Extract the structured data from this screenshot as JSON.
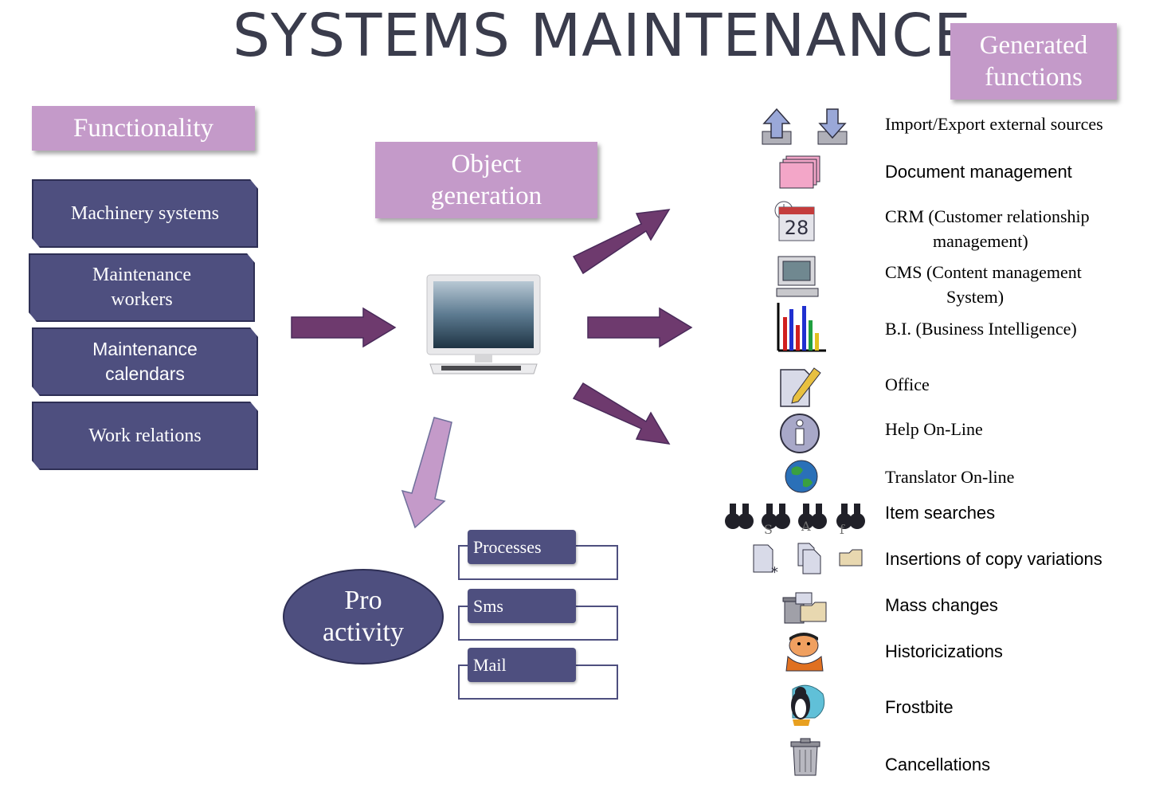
{
  "title": "SYSTEMS MAINTENANCE",
  "headers": {
    "functionality": "Functionality",
    "object_generation_1": "Object",
    "object_generation_2": "generation",
    "generated_1": "Generated",
    "generated_2": "functions"
  },
  "functionality_items": [
    {
      "l1": "Machinery systems",
      "l2": ""
    },
    {
      "l1": "Maintenance",
      "l2": "workers"
    },
    {
      "l1": "Maintenance",
      "l2": "calendars"
    },
    {
      "l1": "Work relations",
      "l2": ""
    }
  ],
  "pro_activity": {
    "l1": "Pro",
    "l2": "activity"
  },
  "pro_items": [
    "Processes",
    "Sms",
    "Mail"
  ],
  "icons": {
    "import": "upload-arrow-icon",
    "export": "download-arrow-icon",
    "doc": "document-stack-icon",
    "crm": "calendar-icon",
    "cms": "computer-monitor-icon",
    "bi": "bar-chart-icon",
    "office": "pencil-document-icon",
    "help": "info-icon",
    "translator": "globe-icon",
    "search": "binoculars-icon",
    "insert": "copy-document-icon",
    "mass": "trash-folder-icon",
    "history": "caveman-icon",
    "frost": "penguin-icon",
    "cancel": "trash-icon"
  },
  "calendar_day": "28",
  "functions": [
    {
      "l1": "Import/Export external sources",
      "l2": ""
    },
    {
      "l1": "Document management",
      "l2": ""
    },
    {
      "l1": "CRM (Customer relationship",
      "l2": "management)"
    },
    {
      "l1": "CMS (Content management",
      "l2": "System)"
    },
    {
      "l1": "B.I. (Business Intelligence)",
      "l2": ""
    },
    {
      "l1": "Office",
      "l2": ""
    },
    {
      "l1": "Help On-Line",
      "l2": ""
    },
    {
      "l1": "Translator On-line",
      "l2": ""
    },
    {
      "l1": "Item searches",
      "l2": ""
    },
    {
      "l1": "Insertions of copy variations",
      "l2": ""
    },
    {
      "l1": "Mass changes",
      "l2": ""
    },
    {
      "l1": "Historicizations",
      "l2": ""
    },
    {
      "l1": "Frostbite",
      "l2": ""
    },
    {
      "l1": "Cancellations",
      "l2": ""
    }
  ],
  "search_letters": [
    "S",
    "A",
    "f"
  ],
  "colors": {
    "pink": "#c49ac9",
    "navy": "#4e4f7f",
    "arrow": "#6e3a6e",
    "title": "#3a3c4c"
  }
}
